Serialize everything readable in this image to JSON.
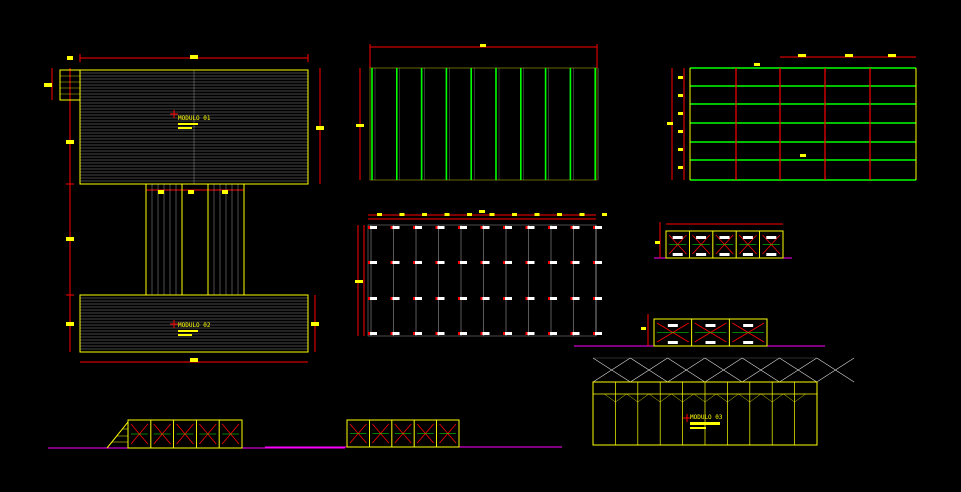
{
  "colors": {
    "background": "#000000",
    "outline": "#ffff00",
    "dimension": "#ff0000",
    "column": "#00ff00",
    "ground": "#ff00ff",
    "hatch": "#ffffff",
    "marker": "#ffff00",
    "brace": "#ff0000"
  },
  "labels": {
    "module_1": "MODULO 01",
    "module_2": "MODULO 02",
    "module_3": "MODULO 03"
  }
}
